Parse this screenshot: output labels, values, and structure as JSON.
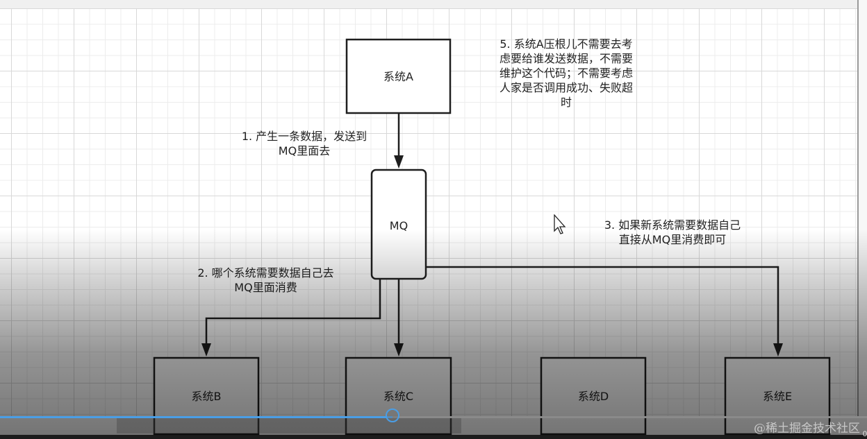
{
  "diagram": {
    "nodes": {
      "system_a": "系统A",
      "mq": "MQ",
      "system_b": "系统B",
      "system_c": "系统C",
      "system_d": "系统D",
      "system_e": "系统E"
    },
    "notes": {
      "note1": [
        "1. 产生一条数据，发送到",
        "MQ里面去"
      ],
      "note2": [
        "2. 哪个系统需要数据自己去",
        "MQ里面消费"
      ],
      "note3": [
        "3. 如果新系统需要数据自己",
        "直接从MQ里消费即可"
      ],
      "note5": [
        "5. 系统A压根儿不需要去考",
        "虑要给谁发送数据，不需要",
        "维护这个代码；不需要考虑",
        "人家是否调用成功、失败超",
        "时"
      ]
    },
    "colors": {
      "line": "#1e1e1e",
      "box_fill": "#ffffff",
      "text": "#222222"
    }
  },
  "player": {
    "progress_percent": 45.3,
    "accent_color": "#4a9ee6",
    "time_fragment": "0",
    "watermark": "@稀土掘金技术社区"
  }
}
